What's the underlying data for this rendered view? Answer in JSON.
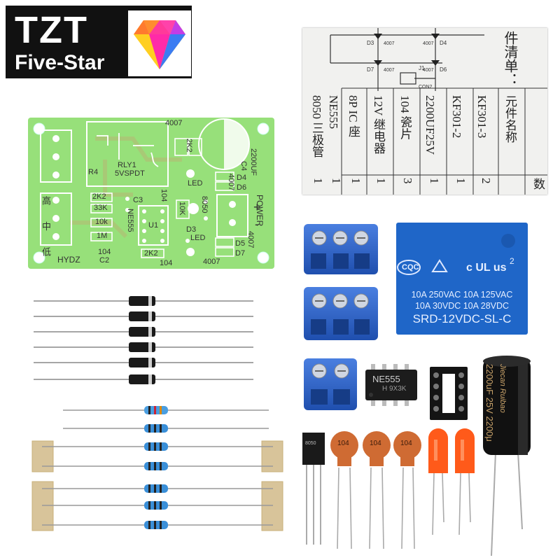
{
  "brand": {
    "name_line1": "TZT",
    "name_line2": "Five-Star"
  },
  "parts_list": {
    "title": "件清单：",
    "col_header_name": "元件名称",
    "col_header_qty": "数",
    "items": [
      {
        "name": "KF301-3",
        "qty": "2"
      },
      {
        "name": "KF301-2",
        "qty": "1"
      },
      {
        "name": "2200UF25V",
        "qty": "1"
      },
      {
        "name": "104 瓷片",
        "qty": "3"
      },
      {
        "name": "12V 继电器",
        "qty": "1"
      },
      {
        "name": "8P IC 座",
        "qty": "1"
      },
      {
        "name": "NE555",
        "qty": "1"
      },
      {
        "name": "8050 三极管",
        "qty": "1"
      }
    ],
    "schematic_labels": [
      "D3",
      "4007",
      "D4",
      "4007",
      "D6",
      "4007",
      "D7",
      "4007",
      "J1",
      "CON2"
    ]
  },
  "pcb": {
    "labels": {
      "rly": "RLY1",
      "rly_type": "5VSPDT",
      "r4": "R4",
      "d4007_top": "4007",
      "c4": "C4",
      "c4_val": "2200UF",
      "d4": "D4",
      "d6": "D6",
      "d5": "D5",
      "d7": "D7",
      "d4007_mid": "4007",
      "d4007_right": "4007",
      "d4007_bottom": "4007",
      "r2k2_a": "2K2",
      "r2k2_b": "2K2",
      "r2k2_c": "2K2",
      "r33k": "33K",
      "r10k_a": "10k",
      "r10k_b": "10K",
      "r1m": "1M",
      "c3": "C3",
      "c3_val": "104",
      "c2": "C2",
      "c2_val": "104",
      "c1_val": "104",
      "ic": "NE555",
      "u1": "U1",
      "q1": "8050",
      "led_top": "LED",
      "led_bottom": "LED",
      "d3": "D3",
      "power": "POWER",
      "plus": "+",
      "minus": "-",
      "brand": "HYDZ",
      "left_chars": "高 中 低"
    }
  },
  "components": {
    "relay": {
      "badge": "CQC",
      "certification": "c UL us",
      "cert_num": "2",
      "line1": "10A 250VAC  10A 125VAC",
      "line2": "10A  30VDC  10A  28VDC",
      "model": "SRD-12VDC-SL-C"
    },
    "ic_chip": {
      "label": "NE555",
      "marking": "H 9X3K"
    },
    "transistor": {
      "label": "8050"
    },
    "capacitors": [
      {
        "label": "104"
      },
      {
        "label": "104"
      },
      {
        "label": "104"
      }
    ],
    "electrolytic": {
      "brand": "Jiecan Ruibao",
      "value": "2200uF 25V 2200μ"
    },
    "diodes_count": 6,
    "resistors_count": 7
  },
  "colors": {
    "logo_bg": "#111111",
    "pcb_green": "#97e07a",
    "relay_blue": "#1f66c8",
    "terminal_blue": "#2d5fc4",
    "led_orange": "#ff5a1a",
    "ceramic_cap": "#d46a34",
    "capacitor_black": "#1a1a1a"
  }
}
